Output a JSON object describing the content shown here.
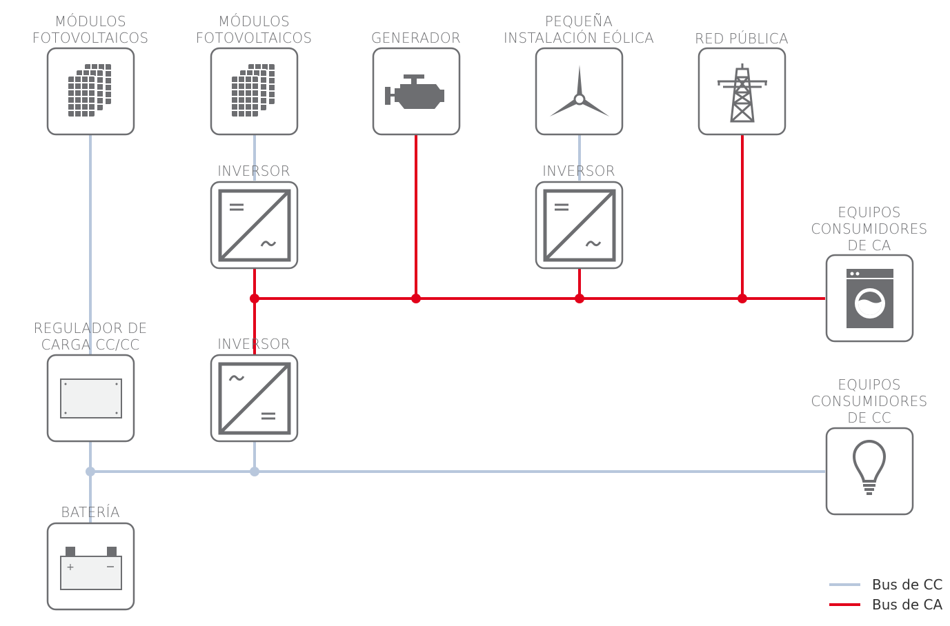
{
  "nodes": {
    "pv1": {
      "label": [
        "MÓDULOS",
        "FOTOVOLTAICOS"
      ],
      "icon": "solar-panels-icon"
    },
    "pv2": {
      "label": [
        "MÓDULOS",
        "FOTOVOLTAICOS"
      ],
      "icon": "solar-panels-icon"
    },
    "generator": {
      "label": [
        "GENERADOR"
      ],
      "icon": "engine-icon"
    },
    "wind": {
      "label": [
        "PEQUEÑA",
        "INSTALACIÓN EÓLICA"
      ],
      "icon": "wind-turbine-icon"
    },
    "grid": {
      "label": [
        "RED PÚBLICA"
      ],
      "icon": "power-pylon-icon"
    },
    "inverter_pv": {
      "label": [
        "INVERSOR"
      ],
      "icon": "dc-ac-inverter-icon"
    },
    "inverter_wind": {
      "label": [
        "INVERSOR"
      ],
      "icon": "dc-ac-inverter-icon"
    },
    "inverter_battery": {
      "label": [
        "INVERSOR"
      ],
      "icon": "ac-dc-inverter-icon"
    },
    "charge_controller": {
      "label": [
        "REGULADOR DE",
        "CARGA CC/CC"
      ],
      "icon": "charge-controller-icon"
    },
    "battery": {
      "label": [
        "BATERÍA"
      ],
      "icon": "battery-icon"
    },
    "ac_loads": {
      "label": [
        "EQUIPOS",
        "CONSUMIDORES",
        "DE CA"
      ],
      "icon": "washing-machine-icon"
    },
    "dc_loads": {
      "label": [
        "EQUIPOS",
        "CONSUMIDORES",
        "DE CC"
      ],
      "icon": "light-bulb-icon"
    }
  },
  "legend": [
    {
      "label": "Bus de CC",
      "color": "#b8c7dc"
    },
    {
      "label": "Bus de CA",
      "color": "#e2001a"
    }
  ],
  "colors": {
    "dc_bus": "#b8c7dc",
    "ac_bus": "#e2001a",
    "box_border": "#6d6e71",
    "icon": "#6d6e71",
    "label_text": "#6d6e71"
  }
}
